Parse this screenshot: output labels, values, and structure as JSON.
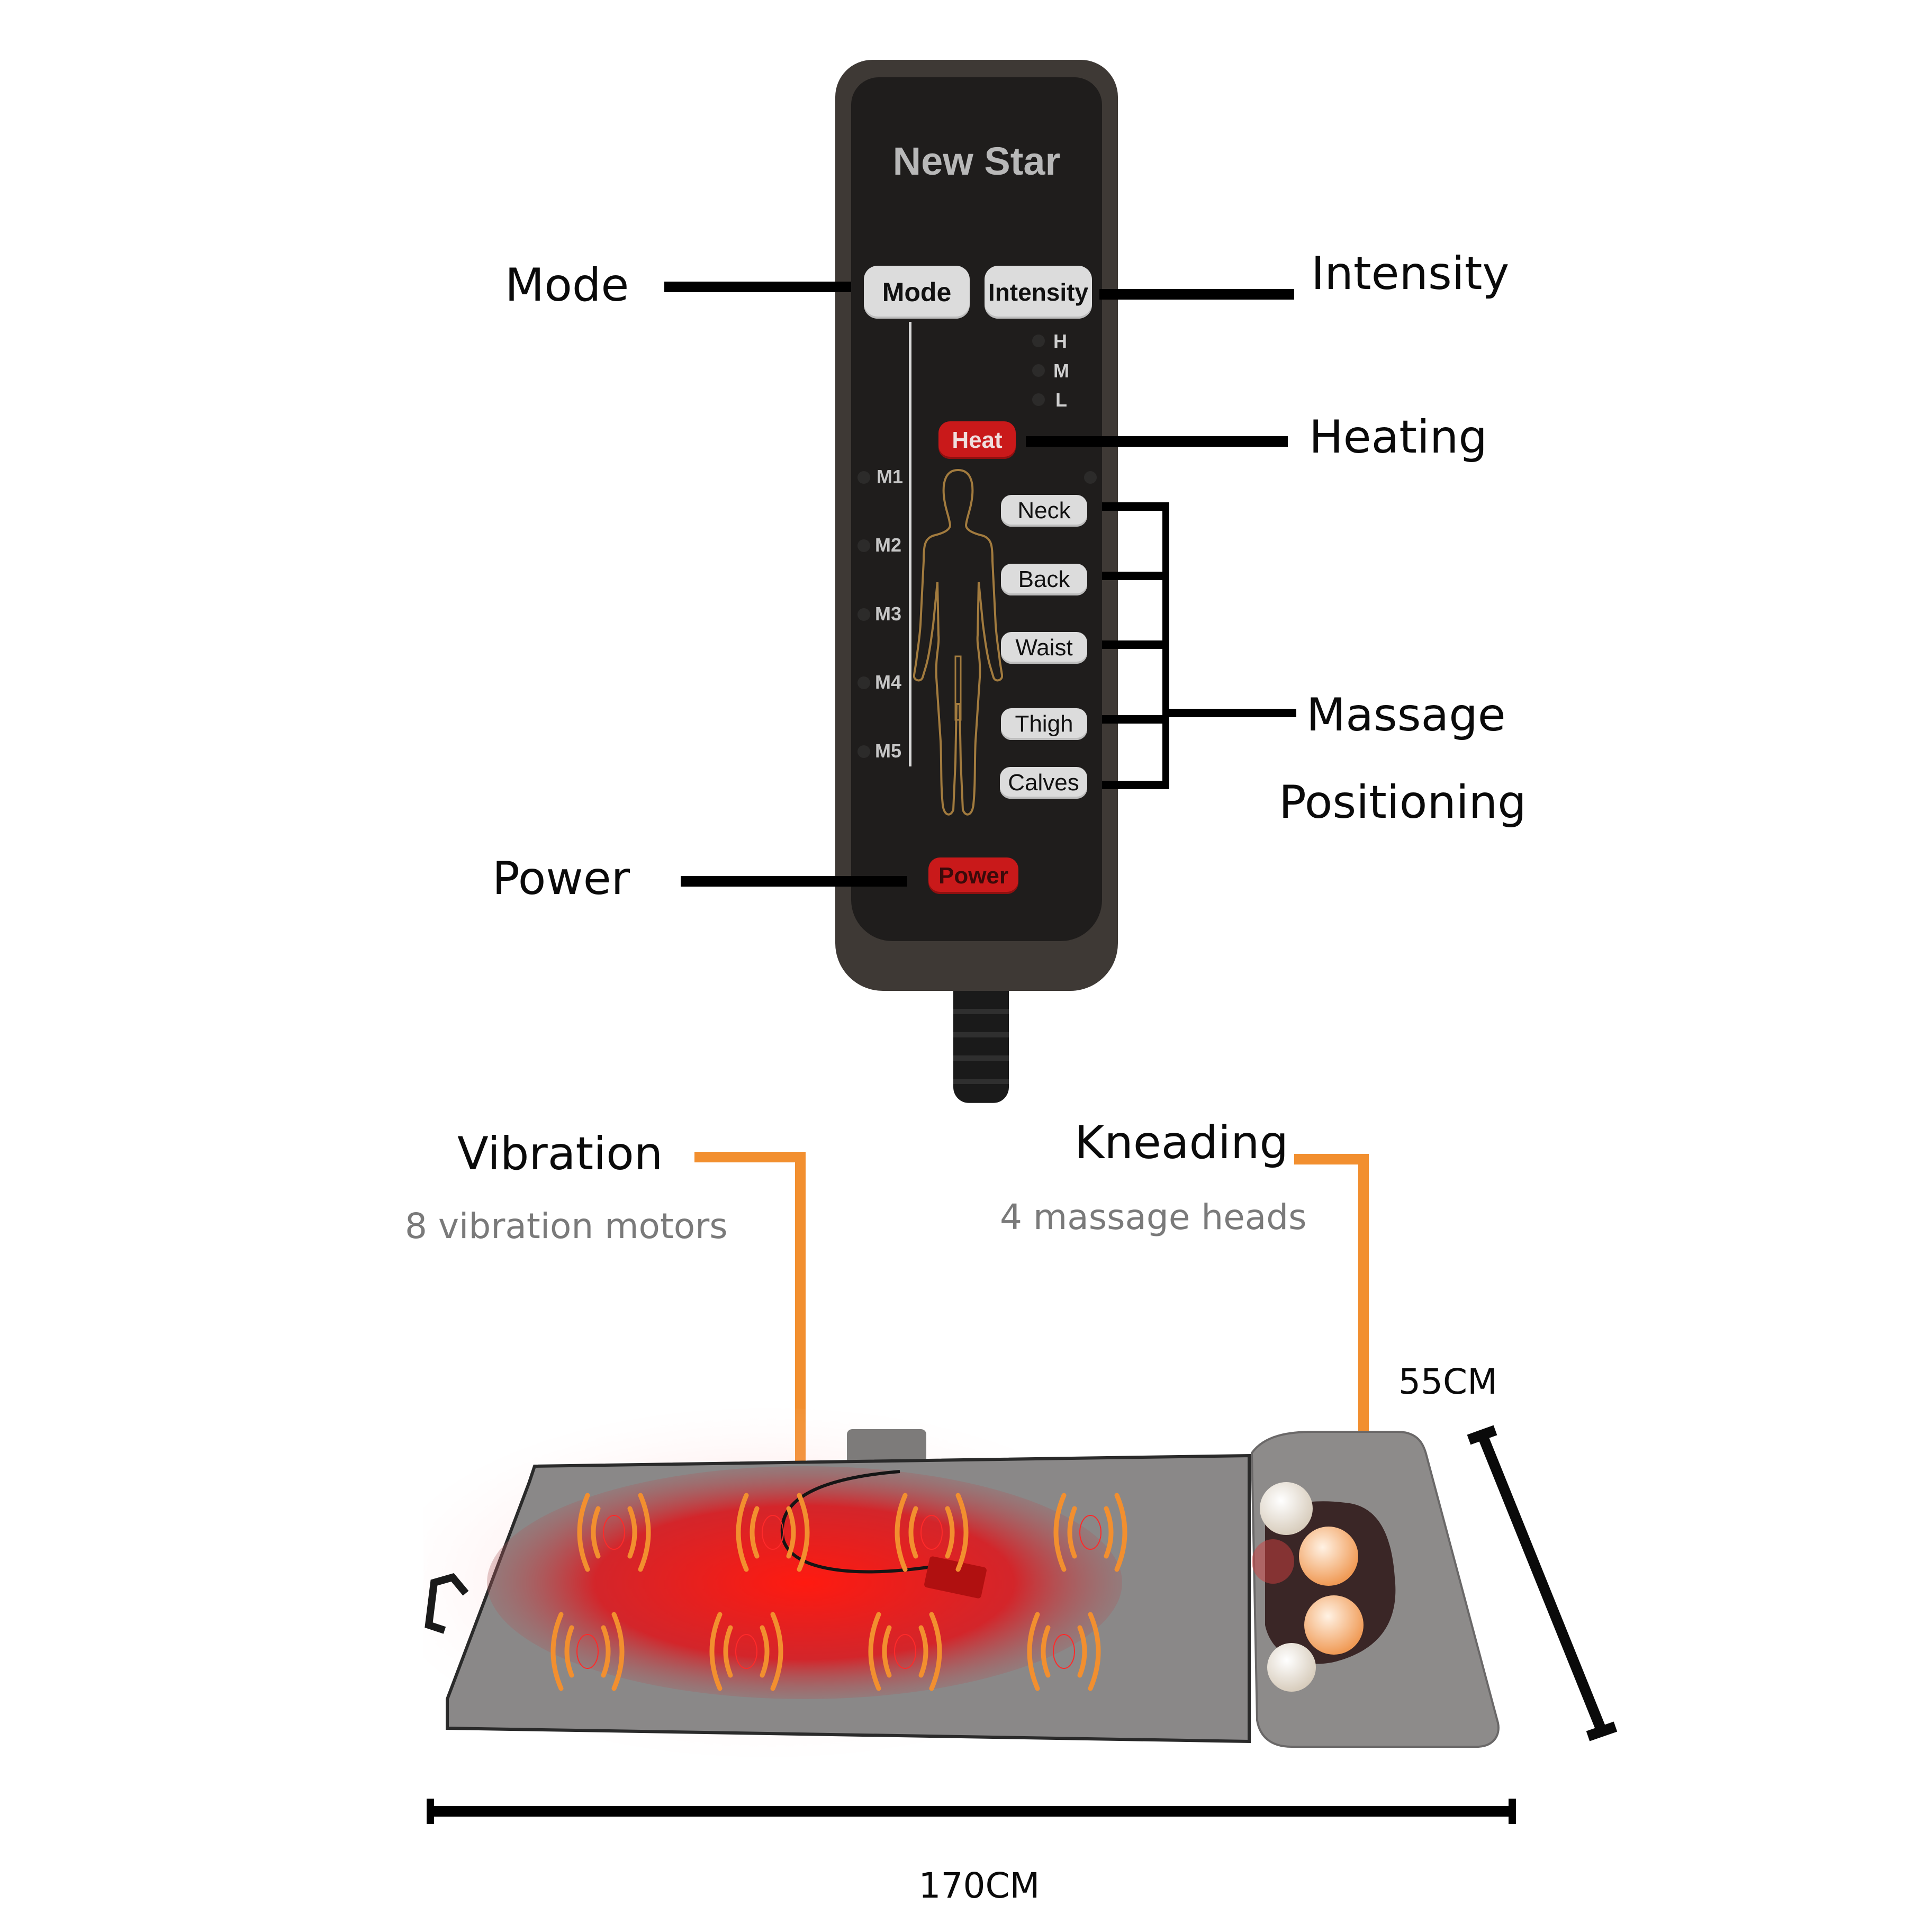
{
  "remote": {
    "brand": "New Star",
    "buttons": {
      "mode": "Mode",
      "intensity": "Intensity",
      "heat": "Heat",
      "power": "Power"
    },
    "intensity_levels": [
      "H",
      "M",
      "L"
    ],
    "mode_levels": [
      "M1",
      "M2",
      "M3",
      "M4",
      "M5"
    ],
    "zones": [
      "Neck",
      "Back",
      "Waist",
      "Thigh",
      "Calves"
    ]
  },
  "callouts": {
    "mode": "Mode",
    "intensity": "Intensity",
    "heating": "Heating",
    "massage_line1": "Massage",
    "massage_line2": "Positioning",
    "power": "Power"
  },
  "mat": {
    "vibration": {
      "title": "Vibration",
      "subtitle": "8 vibration motors",
      "motor_count": 8
    },
    "kneading": {
      "title": "Kneading",
      "subtitle": "4 massage heads",
      "head_count": 4
    },
    "width_label": "55CM",
    "length_label": "170CM"
  },
  "colors": {
    "accent_orange": "#f28f2f",
    "heat_red": "#e0141a",
    "button_red": "#c9191a",
    "button_gray": "#dcdcdc",
    "remote_body": "#3e3935",
    "remote_panel": "#1f1d1c",
    "mat_gray": "#8a8888",
    "subtitle_gray": "#7a7a7a"
  }
}
